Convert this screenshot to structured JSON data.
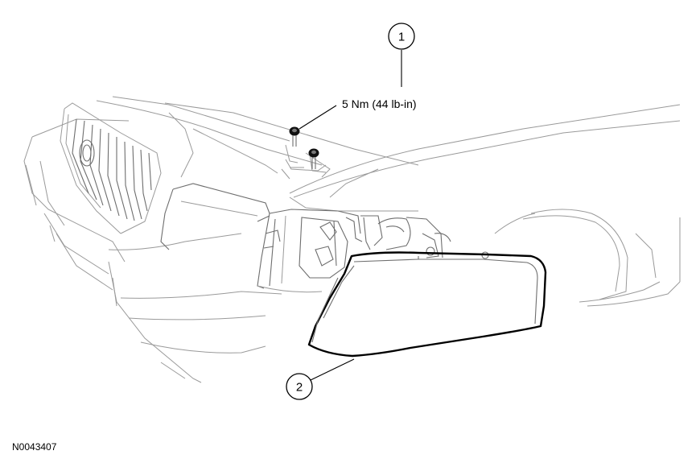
{
  "callouts": [
    {
      "number": "1",
      "label": "5 Nm (44 lb-in)"
    },
    {
      "number": "2",
      "label": ""
    }
  ],
  "figure_id": "N0043407",
  "colors": {
    "line": "#9a9a9a",
    "outline": "#000000",
    "background": "#ffffff"
  }
}
